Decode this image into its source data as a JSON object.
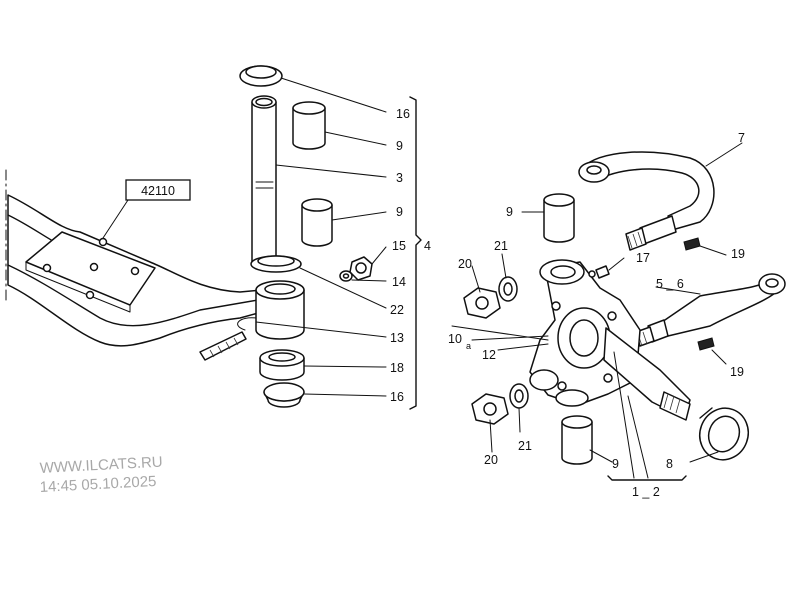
{
  "diagram": {
    "ref_box": "42110",
    "callouts": {
      "c16a": "16",
      "c9a": "9",
      "c3": "3",
      "c9b": "9",
      "c15": "15",
      "c4": "4",
      "c14": "14",
      "c22": "22",
      "c13": "13",
      "c18": "18",
      "c16b": "16",
      "c7": "7",
      "c9c": "9",
      "c21a": "21",
      "c20a": "20",
      "c17": "17",
      "c19a": "19",
      "c56": "5 _ 6",
      "c10": "10",
      "c10sub": "a",
      "c12": "12",
      "c19b": "19",
      "c21b": "21",
      "c20b": "20",
      "c9d": "9",
      "c8": "8",
      "c12b": "1 _ 2"
    }
  },
  "watermark": {
    "site": "WWW.ILCATS.RU",
    "timestamp": "14:45 05.10.2025"
  }
}
